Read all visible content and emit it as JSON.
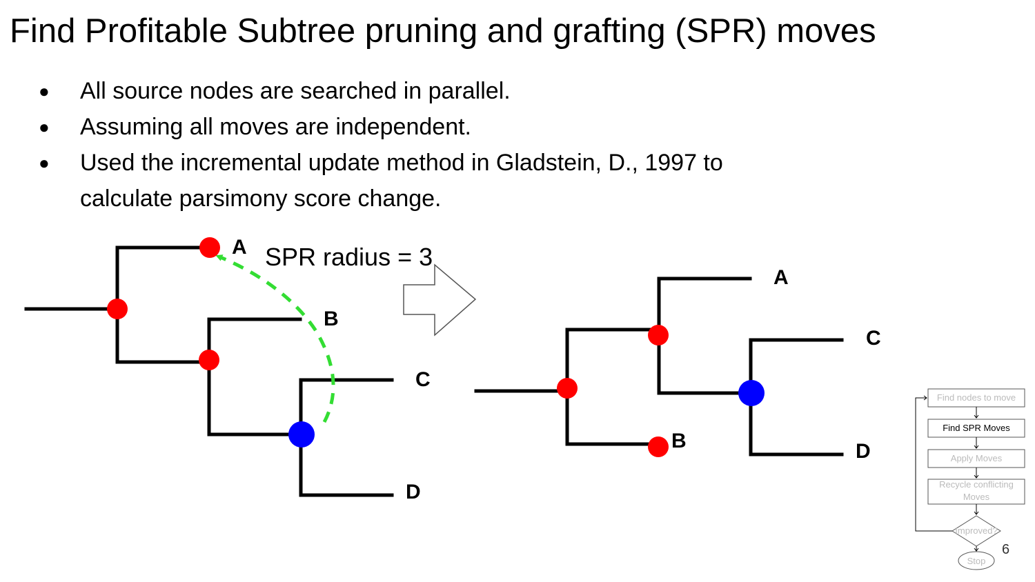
{
  "slide": {
    "title": "Find Profitable Subtree pruning and grafting (SPR) moves",
    "bullets": [
      {
        "text": "All source nodes are searched in parallel."
      },
      {
        "text": "Assuming all moves are independent."
      },
      {
        "text": "Used the incremental update method in Gladstein, D., 1997 to",
        "continuation": "calculate parsimony score change."
      }
    ],
    "bullet_symbol": "●",
    "page_number": "6"
  },
  "diagram": {
    "before_tree": {
      "leaves": [
        "A",
        "B",
        "C",
        "D"
      ],
      "radius_label": "SPR radius = 3",
      "move_arrow_color": "#33dd33"
    },
    "after_tree": {
      "leaves": [
        "A",
        "C",
        "B",
        "D"
      ]
    },
    "transition_arrow": "right-arrow-outline",
    "colors": {
      "candidate_node": "#ff0000",
      "source_node": "#0000ff",
      "edge": "#000000"
    }
  },
  "flowchart": {
    "steps": [
      {
        "label": "Find nodes to move",
        "active": false
      },
      {
        "label": "Find SPR Moves",
        "active": true
      },
      {
        "label": "Apply Moves",
        "active": false
      },
      {
        "label": "Recycle conflicting",
        "label2": "Moves",
        "active": false
      }
    ],
    "decision": "Improved?",
    "end": "Stop"
  }
}
